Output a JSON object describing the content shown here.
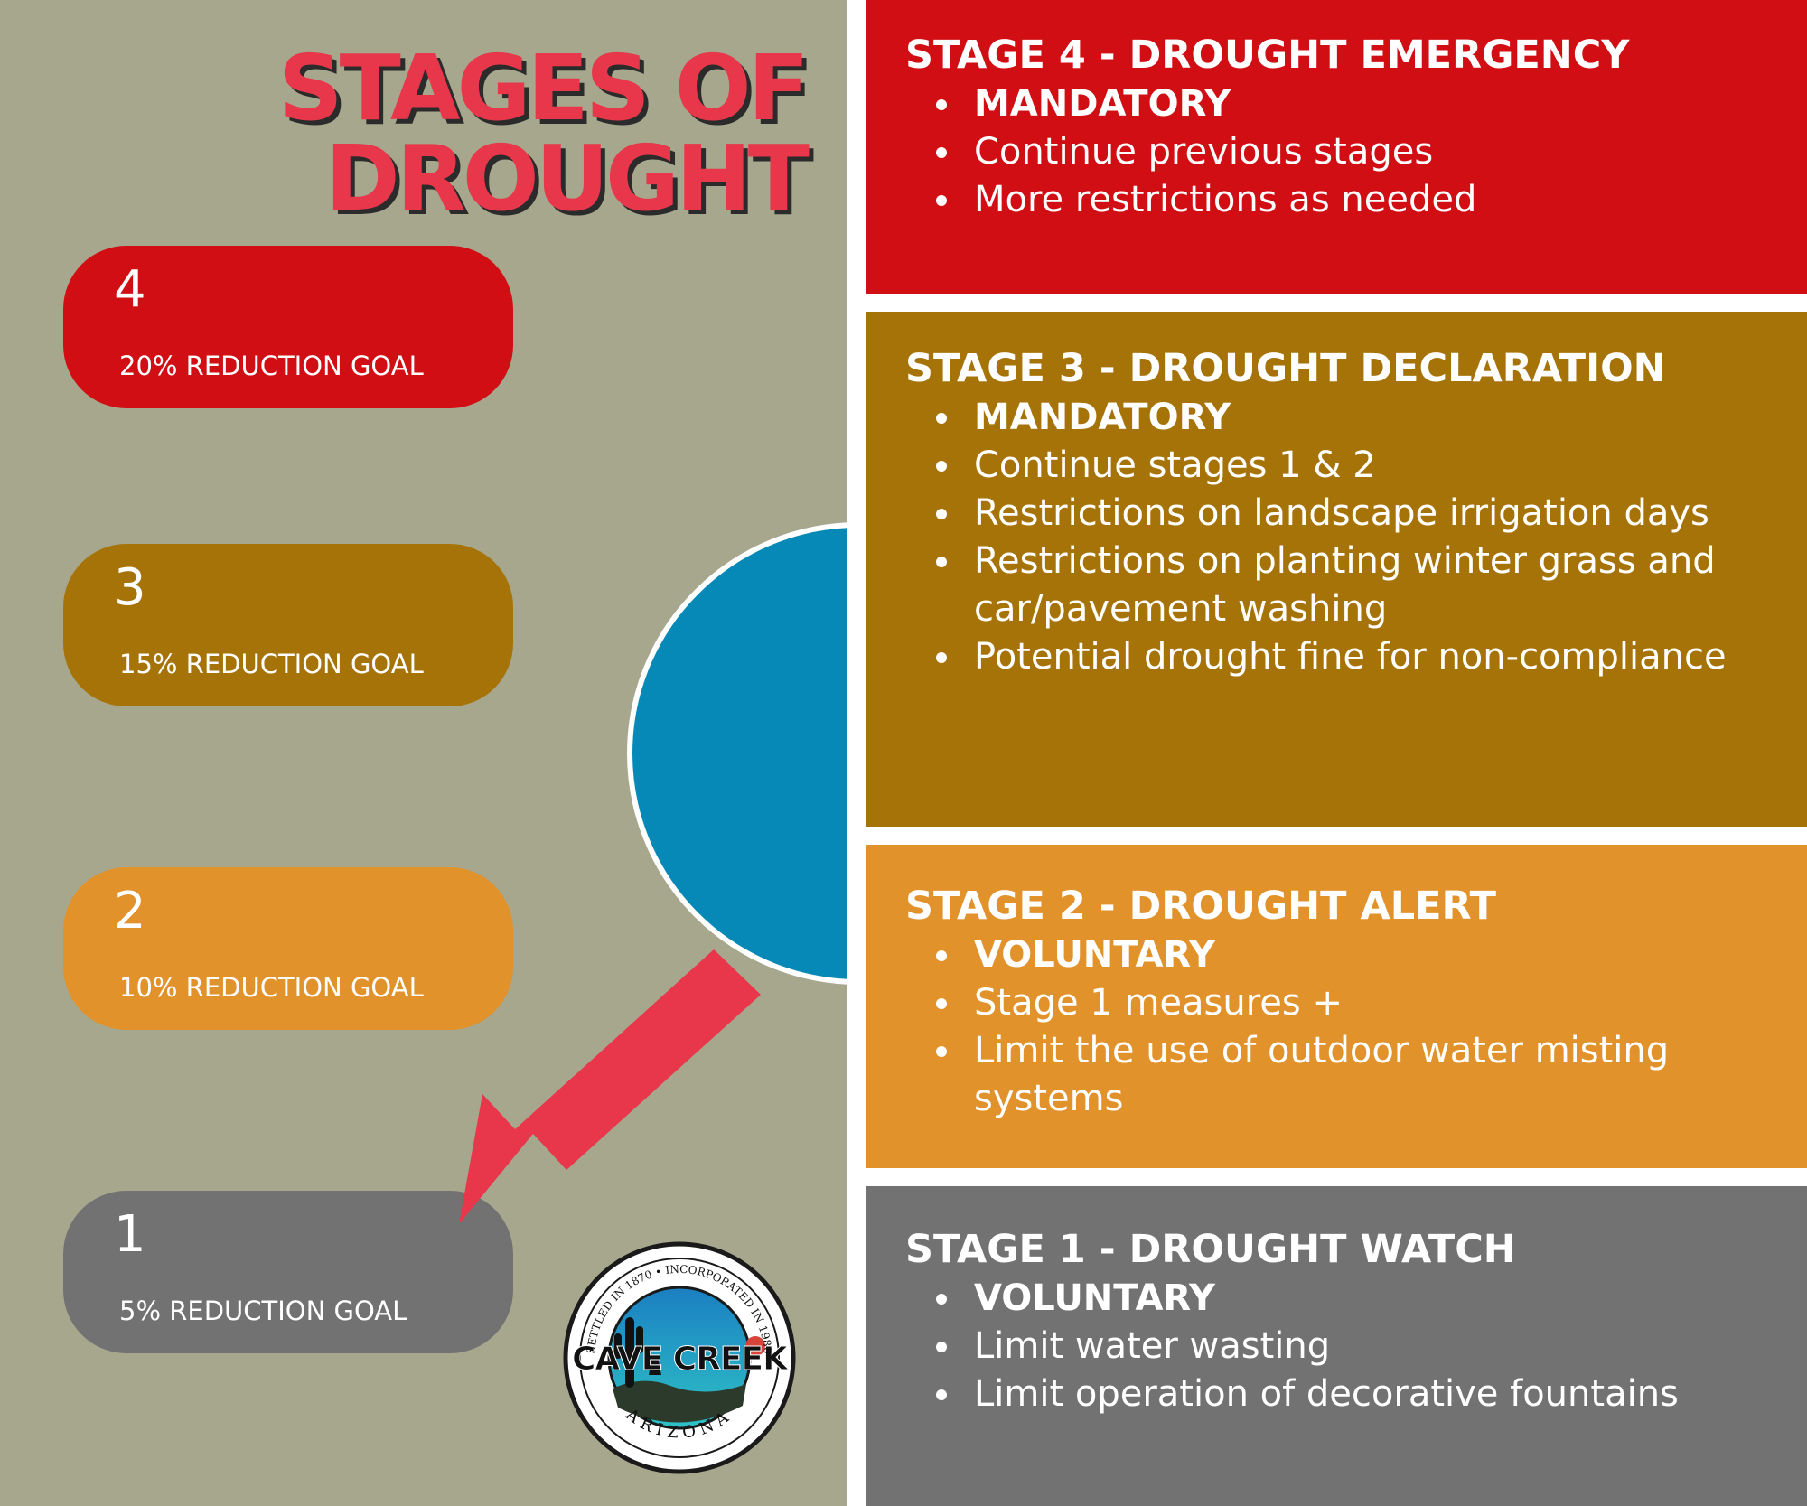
{
  "colors": {
    "left_background": "#a6a78d",
    "stage4": "#d10e13",
    "stage3": "#a67308",
    "stage2": "#e1922a",
    "stage1": "#727272",
    "circle": "#0689b6",
    "arrow": "#e8374a",
    "title": "#e8374a"
  },
  "title": {
    "line1": "STAGES OF",
    "line2": "DROUGHT"
  },
  "pills": [
    {
      "number": "4",
      "goal": "20% REDUCTION GOAL"
    },
    {
      "number": "3",
      "goal": "15% REDUCTION GOAL"
    },
    {
      "number": "2",
      "goal": "10% REDUCTION GOAL"
    },
    {
      "number": "1",
      "goal": "5% REDUCTION GOAL"
    }
  ],
  "panels": [
    {
      "heading": "STAGE 4 - DROUGHT EMERGENCY",
      "items": [
        "MANDATORY",
        "Continue previous stages",
        "More restrictions as needed"
      ]
    },
    {
      "heading": "STAGE 3 - DROUGHT DECLARATION",
      "items": [
        "MANDATORY",
        "Continue stages 1 & 2",
        "Restrictions on landscape irrigation days",
        "Restrictions on planting winter grass and car/pavement washing",
        "Potential drought fine for non-compliance"
      ]
    },
    {
      "heading": "STAGE 2 - DROUGHT ALERT",
      "items": [
        "VOLUNTARY",
        "Stage 1 measures +",
        "Limit the use of outdoor water misting systems"
      ]
    },
    {
      "heading": "STAGE 1 - DROUGHT WATCH",
      "items": [
        "VOLUNTARY",
        "Limit water wasting",
        "Limit operation of decorative fountains"
      ]
    }
  ],
  "logo": {
    "name": "CAVE CREEK",
    "state": "ARIZONA",
    "arc_text": "SETTLED IN 1870 • INCORPORATED IN 1986"
  }
}
